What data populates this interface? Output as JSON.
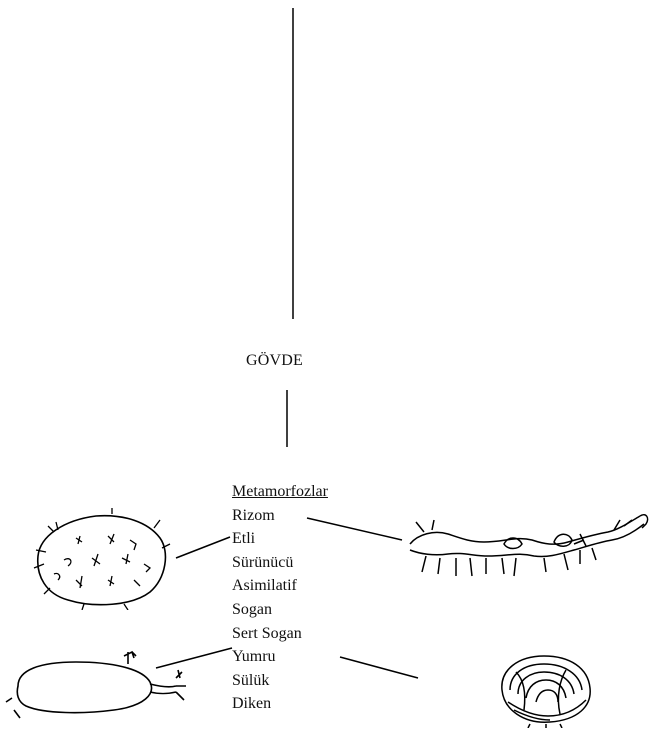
{
  "diagram": {
    "title": "GÖVDE",
    "list_heading": "Metamorfozlar",
    "items": [
      "Rizom",
      "Etli",
      "Sürünücü",
      "Asimilatif",
      "Sogan",
      "Sert Sogan",
      "Yumru",
      "Sülük",
      "Diken"
    ]
  },
  "drawings": [
    {
      "name": "cactus-drawing",
      "links_to": "Etli"
    },
    {
      "name": "rhizome-drawing",
      "links_to": "Rizom"
    },
    {
      "name": "tuber-drawing",
      "links_to": "Yumru"
    },
    {
      "name": "bulb-drawing",
      "links_to": "Sert Sogan"
    }
  ]
}
